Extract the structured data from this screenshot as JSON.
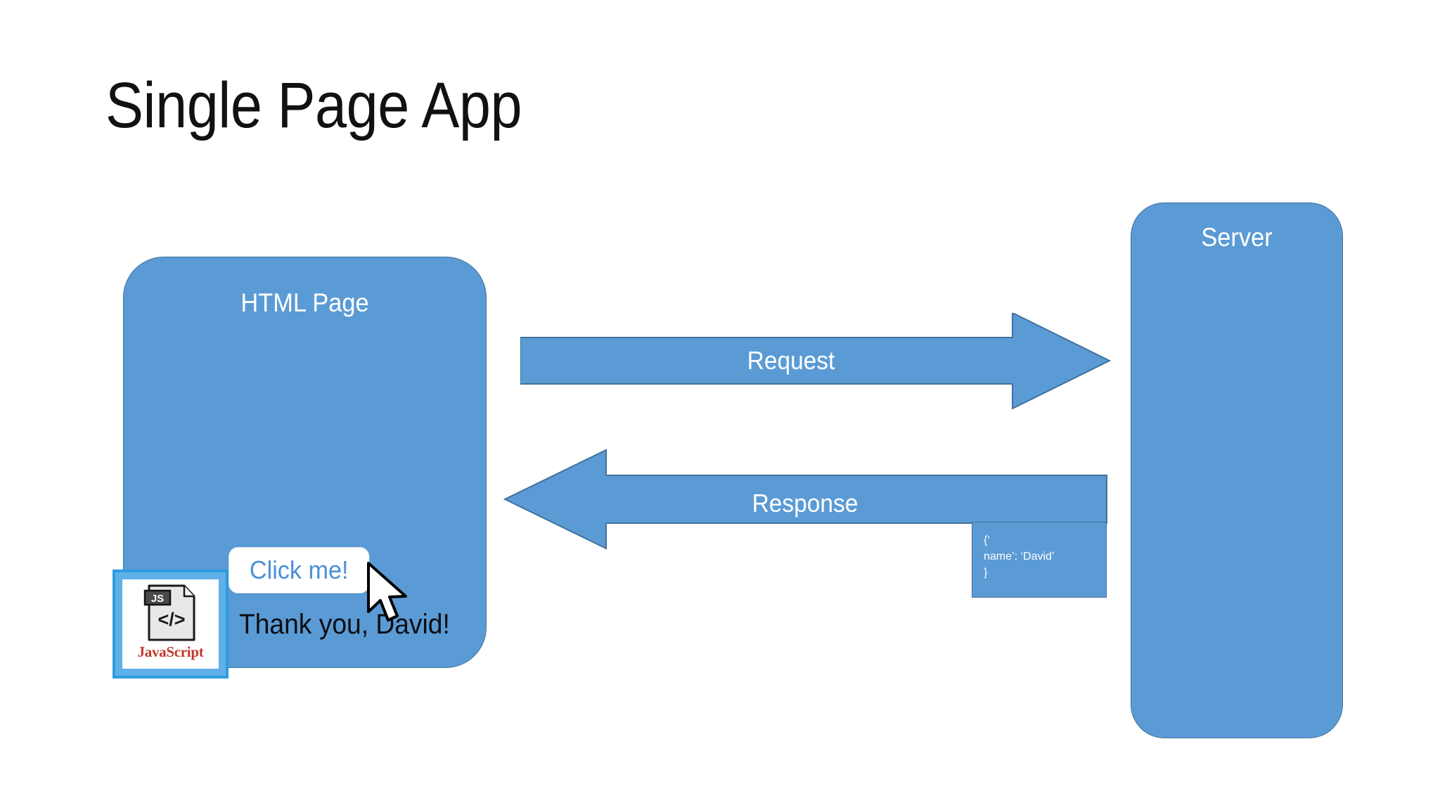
{
  "slide": {
    "title": "Single Page App",
    "background_color": "#FFFFFF",
    "accent_color": "#5B9BD5",
    "accent_outline_color": "#41719C"
  },
  "client": {
    "panel_label": "HTML Page",
    "button_label": "Click me!",
    "result_text": "Thank you, David!",
    "js_icon": {
      "badge_text": "JS",
      "code_glyph": "</>",
      "caption": "JavaScript",
      "caption_color": "#C0392B",
      "selection_color": "#2E9BE0"
    }
  },
  "server": {
    "panel_label": "Server"
  },
  "arrows": {
    "request": {
      "label": "Request",
      "direction": "right"
    },
    "response": {
      "label": "Response",
      "direction": "left"
    }
  },
  "payload": {
    "json_text": "{‘\nname’: ‘David’\n}"
  },
  "cursor": {
    "type": "arrow-pointer"
  }
}
